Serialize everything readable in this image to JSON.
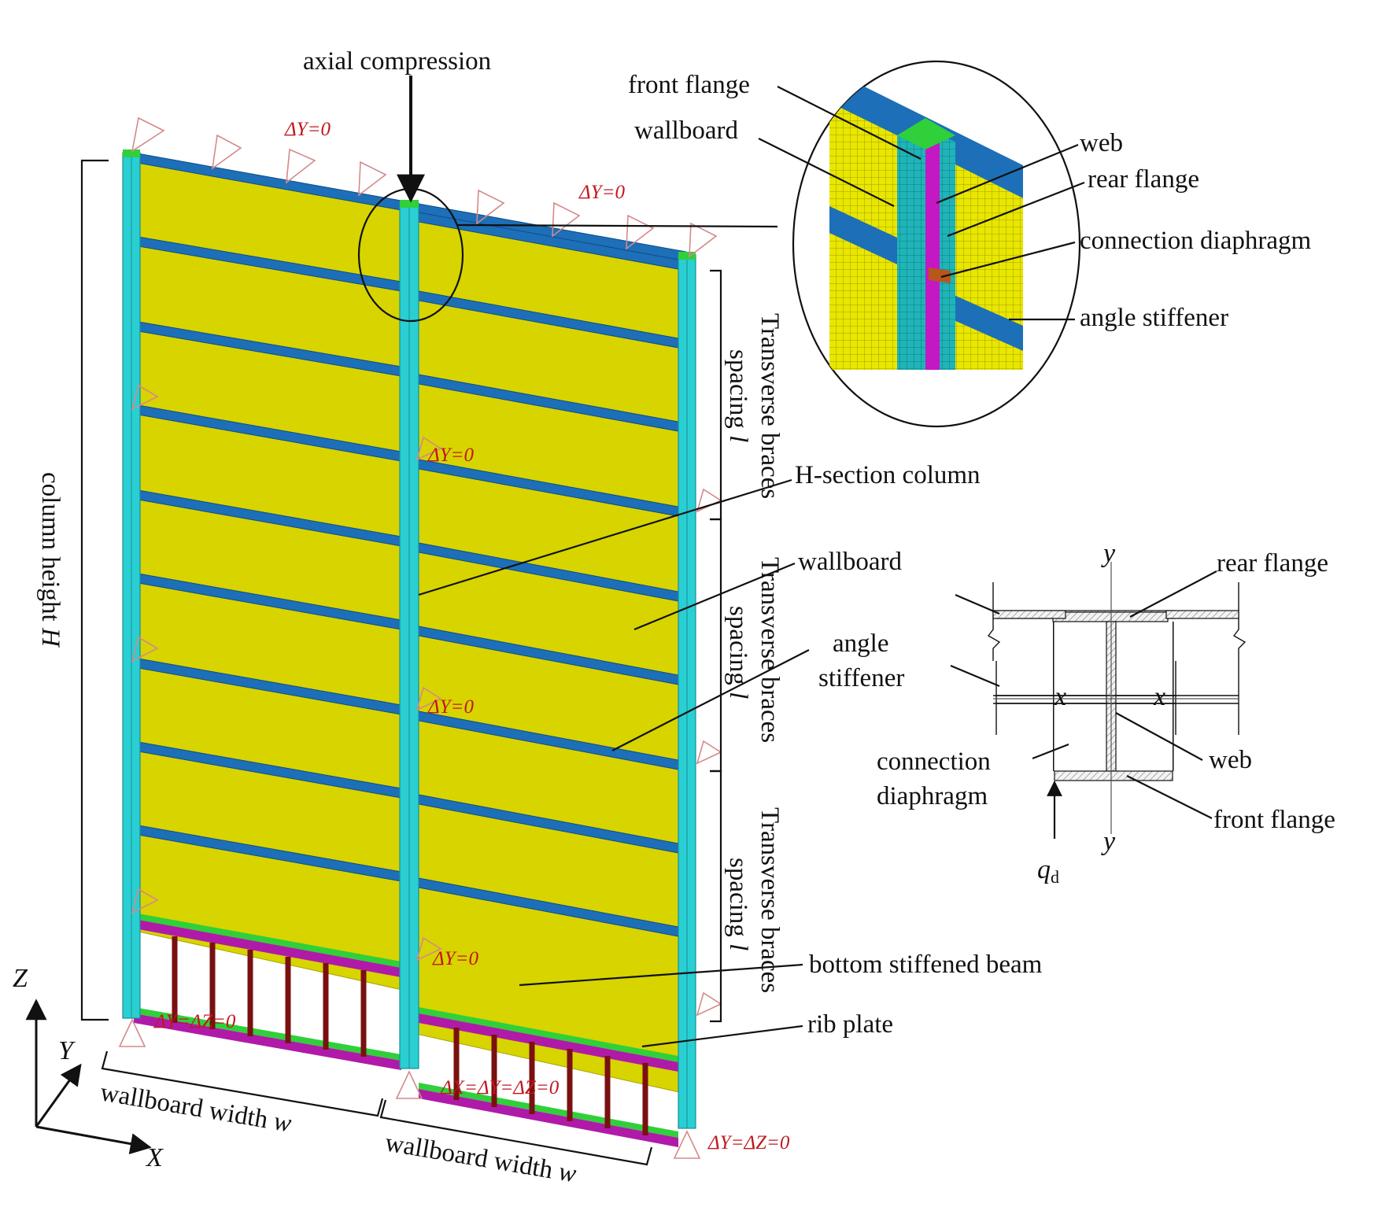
{
  "labels": {
    "axial_compression": "axial compression",
    "front_flange": "front flange",
    "wallboard": "wallboard",
    "web": "web",
    "rear_flange": "rear flange",
    "connection_diaphragm": "connection diaphragm",
    "angle_stiffener": "angle stiffener",
    "h_section_column": "H-section column",
    "wallboard_2": "wallboard",
    "angle": "angle",
    "stiffener": "stiffener",
    "bottom_stiffened_beam": "bottom stiffened beam",
    "rib_plate": "rib plate",
    "column_height": "column height",
    "column_height_symbol": "H",
    "transverse_braces": "Transverse braces",
    "spacing": "spacing",
    "spacing_symbol": "l",
    "wallboard_width": "wallboard width",
    "width_symbol": "w"
  },
  "section": {
    "y_top": "y",
    "y_bottom": "y",
    "x_left": "x",
    "x_right": "x",
    "rear_flange": "rear flange",
    "web": "web",
    "front_flange": "front flange",
    "connection": "connection",
    "diaphragm": "diaphragm",
    "q": "q",
    "q_sub": "d"
  },
  "boundary_conditions": {
    "top_left": "ΔY=0",
    "top_right": "ΔY=0",
    "mid_1": "ΔY=0",
    "mid_2": "ΔY=0",
    "mid_3": "ΔY=0",
    "base_left": "ΔY=ΔZ=0",
    "base_center": "ΔX=ΔY=ΔZ=0",
    "base_right": "ΔY=ΔZ=0"
  },
  "axes": {
    "z": "Z",
    "y": "Y",
    "x": "X"
  },
  "colors": {
    "wallboard": "#d7d400",
    "column": "#29cfd3",
    "brace": "#1d6fb8",
    "bottom_beam": "#b01aa8",
    "bottom_beam_edge": "#2fd03a",
    "rib_plate": "#7a1010",
    "web_zoom": "#c418c4",
    "boundary_text": "#c0181e"
  }
}
